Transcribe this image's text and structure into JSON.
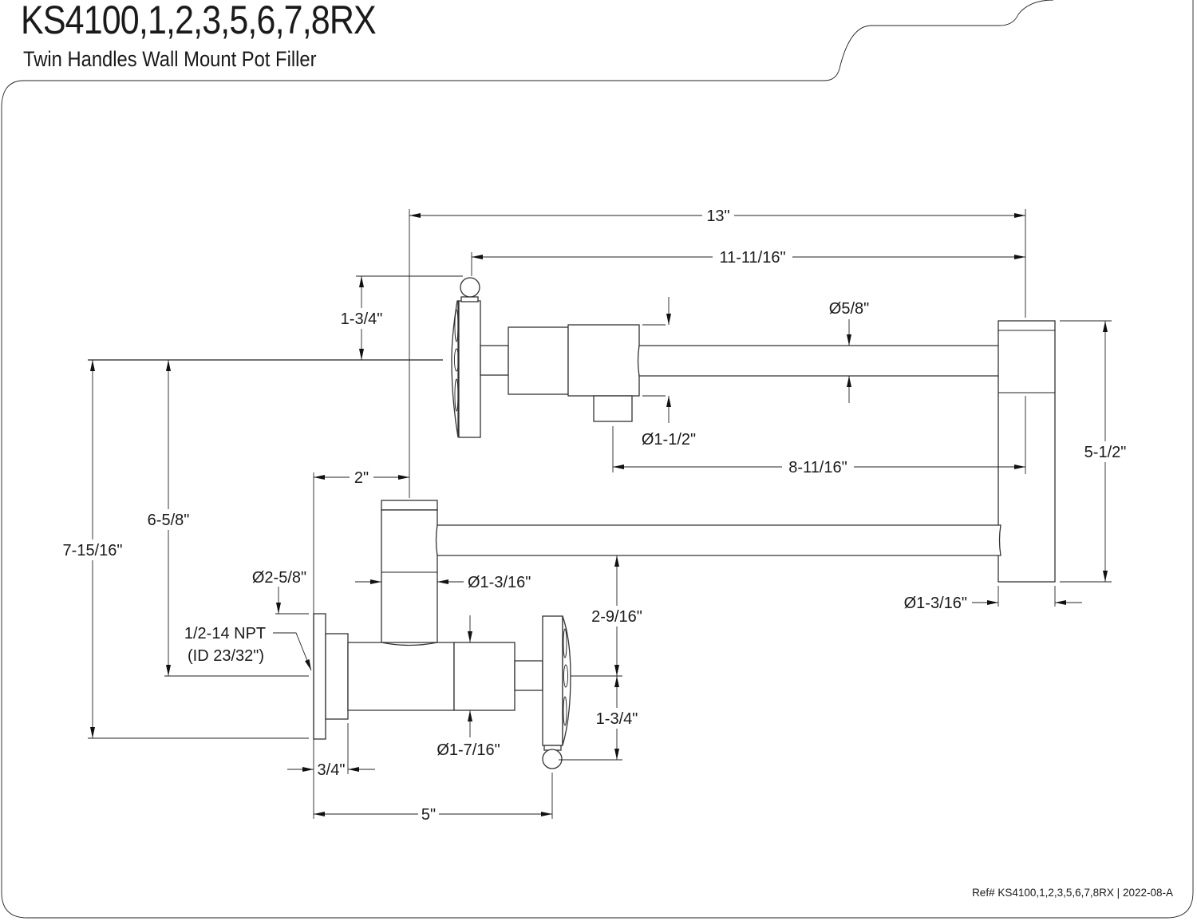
{
  "header": {
    "title": "KS4100,1,2,3,5,6,7,8RX",
    "subtitle": "Twin Handles Wall Mount Pot Filler"
  },
  "footer": {
    "reference": "Ref# KS4100,1,2,3,5,6,7,8RX | 2022-08-A"
  },
  "dimensions": {
    "overall_length": "13\"",
    "handle_to_end_length": "11-11/16\"",
    "upper_handle_rise": "1-3/4\"",
    "upper_arm_diameter": "Ø5/8\"",
    "upper_valve_diameter": "Ø1-1/2\"",
    "upper_arm_length": "8-11/16\"",
    "swivel_height": "5-1/2\"",
    "swivel_diameter": "Ø1-3/16\"",
    "wall_to_riser": "2\"",
    "inlet_to_upper_axis": "6-5/8\"",
    "overall_height": "7-15/16\"",
    "flange_diameter": "Ø2-5/8\"",
    "thread_spec_line1": "1/2-14 NPT",
    "thread_spec_line2": "(ID 23/32\")",
    "riser_diameter": "Ø1-3/16\"",
    "lower_arm_to_valve_axis": "2-9/16\"",
    "lower_handle_drop": "1-3/4\"",
    "lower_valve_diameter": "Ø1-7/16\"",
    "flange_depth": "3/4\"",
    "wall_to_handle": "5\""
  }
}
